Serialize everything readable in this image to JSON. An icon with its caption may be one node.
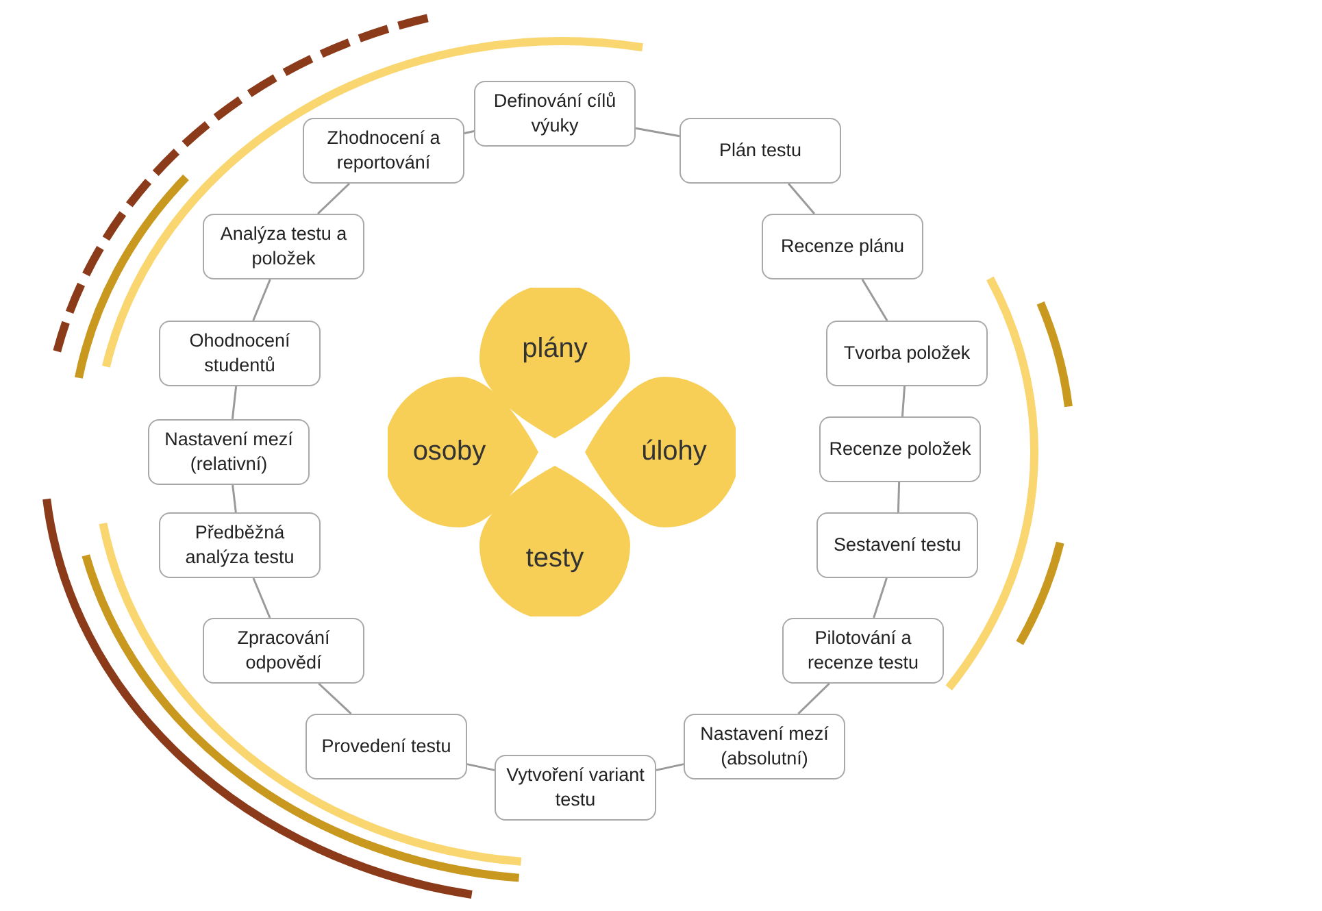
{
  "diagram": {
    "nodes": [
      {
        "text": [
          "Definování cílů výuky"
        ]
      },
      {
        "text": [
          "Plán testu"
        ]
      },
      {
        "text": [
          "Recenze plánu"
        ]
      },
      {
        "text": [
          "Tvorba položek"
        ]
      },
      {
        "text": [
          "Recenze položek"
        ]
      },
      {
        "text": [
          "Sestavení testu"
        ]
      },
      {
        "text": [
          "Pilotování a recenze testu"
        ]
      },
      {
        "text": [
          "Nastavení mezí (absolutní)"
        ]
      },
      {
        "text": [
          "Vytvoření variant testu"
        ]
      },
      {
        "text": [
          "Provedení testu"
        ]
      },
      {
        "text": [
          "Zpracování odpovědí"
        ]
      },
      {
        "text": [
          "Předběžná analýza testu"
        ]
      },
      {
        "text": [
          "Nastavení mezí (relativní)"
        ]
      },
      {
        "text": [
          "Ohodnocení studentů"
        ]
      },
      {
        "text": [
          "Analýza testu a položek"
        ]
      },
      {
        "text": [
          "Zhodnocení a reportování"
        ]
      },
      {
        "text": [
          "plány"
        ]
      },
      {
        "text": [
          "osoby"
        ]
      },
      {
        "text": [
          "úlohy"
        ]
      },
      {
        "text": [
          "testy"
        ]
      }
    ],
    "edges": [
      {
        "from": 0,
        "to": 1,
        "arrow": "none"
      },
      {
        "from": 1,
        "to": 2,
        "arrow": "none"
      },
      {
        "from": 2,
        "to": 3,
        "arrow": "none"
      },
      {
        "from": 3,
        "to": 4,
        "arrow": "none"
      },
      {
        "from": 4,
        "to": 5,
        "arrow": "none"
      },
      {
        "from": 5,
        "to": 6,
        "arrow": "none"
      },
      {
        "from": 6,
        "to": 7,
        "arrow": "none"
      },
      {
        "from": 7,
        "to": 8,
        "arrow": "none"
      },
      {
        "from": 8,
        "to": 9,
        "arrow": "none"
      },
      {
        "from": 9,
        "to": 10,
        "arrow": "none"
      },
      {
        "from": 10,
        "to": 11,
        "arrow": "none"
      },
      {
        "from": 11,
        "to": 12,
        "arrow": "none"
      },
      {
        "from": 12,
        "to": 13,
        "arrow": "none"
      },
      {
        "from": 13,
        "to": 14,
        "arrow": "none"
      },
      {
        "from": 14,
        "to": 15,
        "arrow": "none"
      },
      {
        "from": 15,
        "to": 0,
        "arrow": "none"
      }
    ]
  }
}
